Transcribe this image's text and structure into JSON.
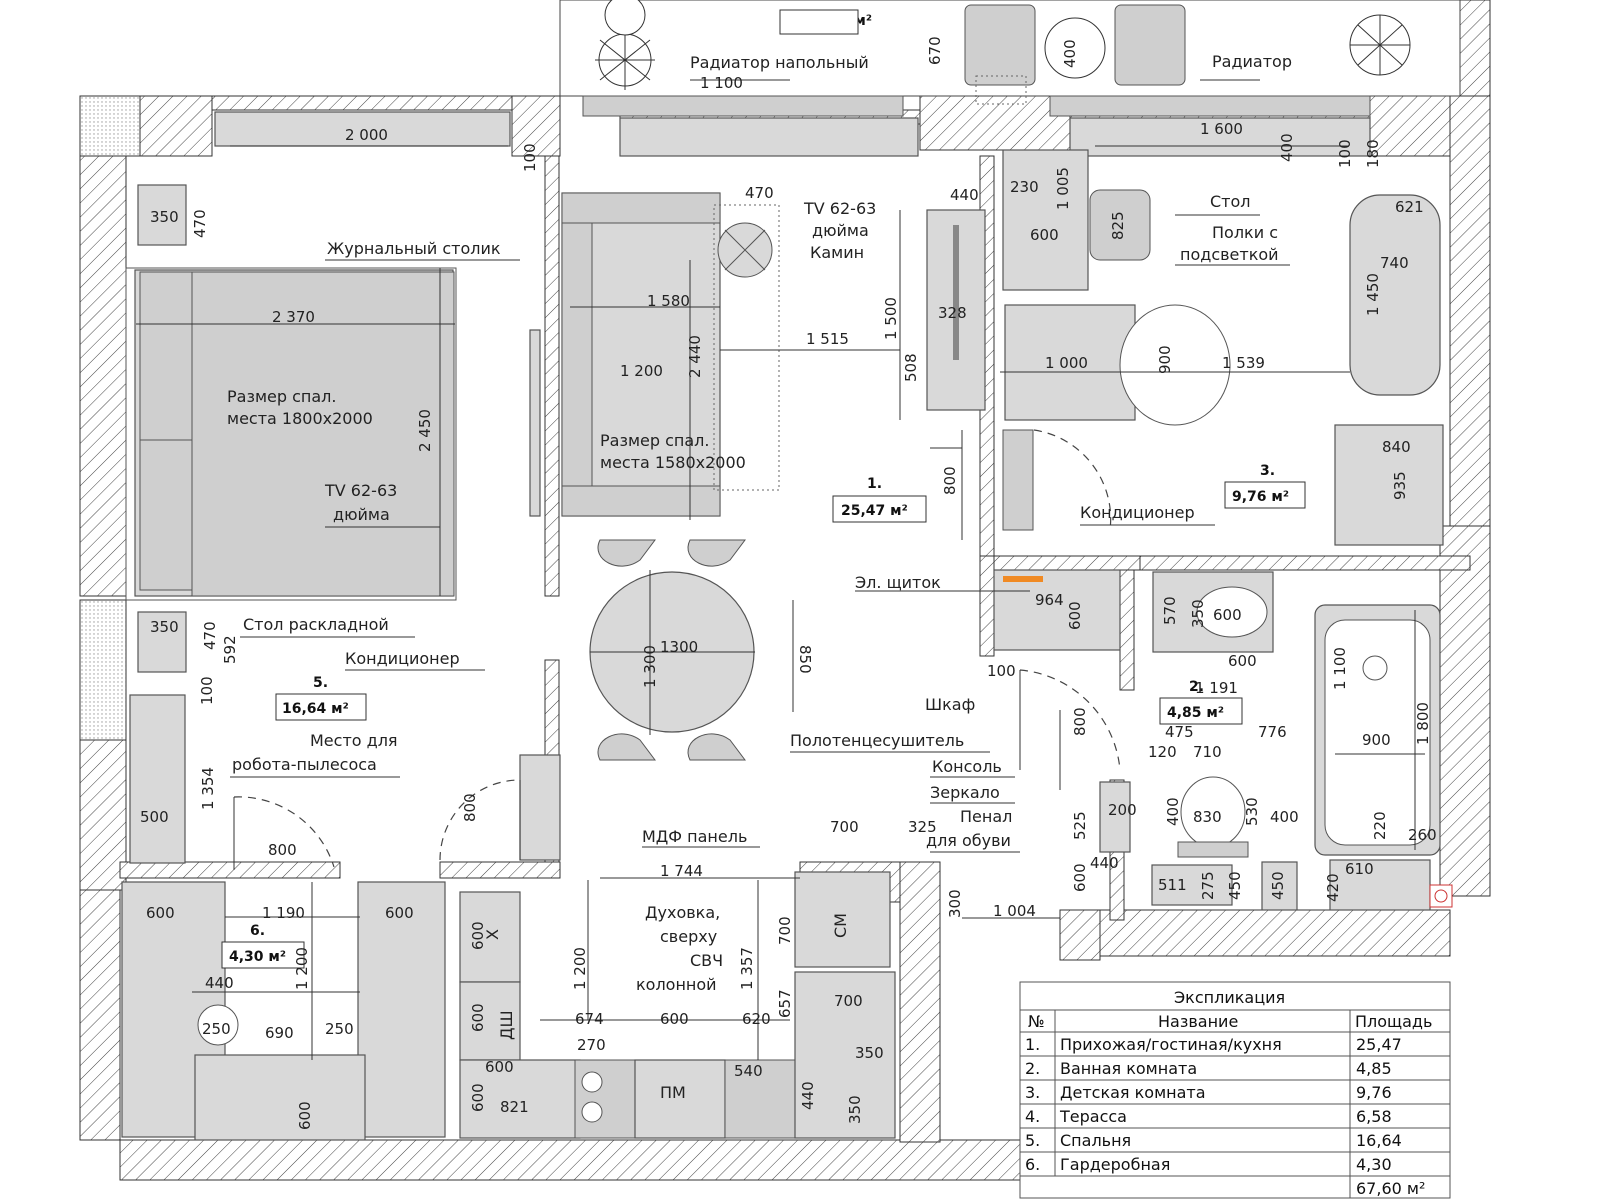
{
  "labels": {
    "radiator_floor": "Радиатор напольный",
    "radiator": "Радиатор",
    "coffee_table": "Журнальный столик",
    "tv_top": "TV 62-63",
    "tv_top_2": "дюйма",
    "fireplace": "Камин",
    "table": "Стол",
    "shelves_1": "Полки с",
    "shelves_2": "подсветкой",
    "bed_big_1": "Размер спал.",
    "bed_big_2": "места 1800х2000",
    "bed_sofa_1": "Размер спал.",
    "bed_sofa_2": "места 1580х2000",
    "tv_left_1": "TV 62-63",
    "tv_left_2": "дюйма",
    "ac_right": "Кондиционер",
    "panel": "Эл. щиток",
    "folding_table": "Стол раскладной",
    "ac_left": "Кондиционер",
    "robot_1": "Место для",
    "robot_2": "робота-пылесоса",
    "wardrobe": "Шкаф",
    "towel": "Полотенцесушитель",
    "console": "Консоль",
    "mirror": "Зеркало",
    "shoe_1": "Пенал",
    "shoe_2": "для обуви",
    "mdf": "МДФ панель",
    "oven_1": "Духовка,",
    "oven_2": "сверху",
    "oven_3": "СВЧ",
    "oven_4": "колонной",
    "fridge": "Х",
    "dw": "ДШ",
    "pm": "ПМ",
    "wm": "СМ"
  },
  "rooms": {
    "r1_num": "1.",
    "r1_area": "25,47 м²",
    "r2_num": "2.",
    "r2_area": "4,85 м²",
    "r3_num": "3.",
    "r3_area": "9,76 м²",
    "r4_area": "6,58 м²",
    "r5_num": "5.",
    "r5_area": "16,64 м²",
    "r6_num": "6.",
    "r6_area": "4,30 м²"
  },
  "dims": {
    "d670": "670",
    "d400a": "400",
    "d1100": "1 100",
    "d2000": "2 000",
    "d100a": "100",
    "d1600": "1 600",
    "d400b": "400",
    "d100b": "100",
    "d180": "180",
    "d470a": "470",
    "d440a": "440",
    "d230": "230",
    "d1005": "1 005",
    "d600a": "600",
    "d825": "825",
    "d621": "621",
    "d740": "740",
    "d350a": "350",
    "d470b": "470",
    "d2370": "2 370",
    "d1580": "1 580",
    "d1500": "1 500",
    "d328": "328",
    "d1450": "1 450",
    "d1515": "1 515",
    "d1200a": "1 200",
    "d2440": "2 440",
    "d508": "508",
    "d1000": "1 000",
    "d900a": "900",
    "d1539": "1 539",
    "d2450": "2 450",
    "d800a": "800",
    "d840": "840",
    "d935": "935",
    "d964": "964",
    "d600b": "600",
    "d570": "570",
    "d350b": "350",
    "d600c": "600",
    "d350c": "350",
    "d470c": "470",
    "d592": "592",
    "d1300a": "1 300",
    "d1300b": "1300",
    "d850": "850",
    "d100c": "100",
    "d600d": "600",
    "d1191": "1 191",
    "d1100b": "1 100",
    "d100d": "100",
    "d800b": "800",
    "d475": "475",
    "d776": "776",
    "d900b": "900",
    "d1800": "1 800",
    "d120": "120",
    "d710": "710",
    "d1354": "1 354",
    "d500": "500",
    "d800c": "800",
    "d200": "200",
    "d400c": "400",
    "d830": "830",
    "d530": "530",
    "d400d": "400",
    "d700a": "700",
    "d325": "325",
    "d525": "525",
    "d440b": "440",
    "d220": "220",
    "d260": "260",
    "d800d": "800",
    "d1744": "1 744",
    "d600e": "600",
    "d511": "511",
    "d275": "275",
    "d450a": "450",
    "d450b": "450",
    "d420": "420",
    "d610": "610",
    "d600f": "600",
    "d1190": "1 190",
    "d600g": "600",
    "d300": "300",
    "d1004": "1 004",
    "d700b": "700",
    "d600h": "600",
    "d1200b": "1 200",
    "d1357": "1 357",
    "d1200c": "1 200",
    "d440c": "440",
    "d250a": "250",
    "d690": "690",
    "d250b": "250",
    "d600i": "600",
    "d674": "674",
    "d600j": "600",
    "d620": "620",
    "d657": "657",
    "d700c": "700",
    "d270": "270",
    "d350d": "350",
    "d600k": "600",
    "d540": "540",
    "d600l": "600",
    "d821": "821",
    "d440d": "440",
    "d350e": "350",
    "d600m": "600"
  },
  "table": {
    "title": "Экспликация",
    "col_no": "№",
    "col_name": "Название",
    "col_area": "Площадь",
    "rows": [
      {
        "no": "1.",
        "name": "Прихожая/гостиная/кухня",
        "area": "25,47"
      },
      {
        "no": "2.",
        "name": "Ванная комната",
        "area": "4,85"
      },
      {
        "no": "3.",
        "name": "Детская комната",
        "area": "9,76"
      },
      {
        "no": "4.",
        "name": "Терасса",
        "area": "6,58"
      },
      {
        "no": "5.",
        "name": "Спальня",
        "area": "16,64"
      },
      {
        "no": "6.",
        "name": "Гардеробная",
        "area": "4,30"
      }
    ],
    "total": "67,60 м²"
  },
  "colors": {
    "furniture": "#d9d9d9",
    "wall_hatch": "#333333",
    "panel_marker": "#f08a24"
  }
}
